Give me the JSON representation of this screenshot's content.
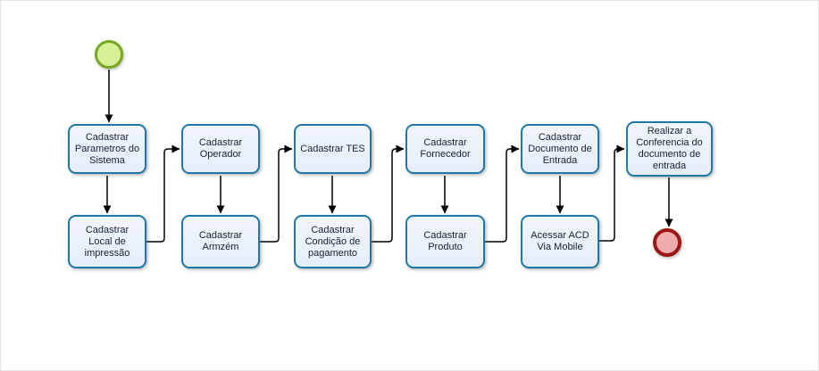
{
  "diagram_type": "bpmn-flowchart",
  "colors": {
    "task_fill": "#e9effa",
    "task_border": "#1e79a8",
    "task_text": "#142433",
    "start_event_fill": "#d9ef95",
    "start_event_border": "#74aa23",
    "end_event_fill": "#efacac",
    "end_event_border": "#9d1717",
    "connector": "#000000"
  },
  "events": {
    "start": "start-event",
    "end": "end-event"
  },
  "tasks": [
    {
      "label": "Cadastrar\nParametros do\nSistema"
    },
    {
      "label": "Cadastrar\nLocal de\nimpressão"
    },
    {
      "label": "Cadastrar\nOperador"
    },
    {
      "label": "Cadastrar\nArmzém"
    },
    {
      "label": "Cadastrar TES"
    },
    {
      "label": "Cadastrar\nCondição de\npagamento"
    },
    {
      "label": "Cadastrar\nFornecedor"
    },
    {
      "label": "Cadastrar\nProduto"
    },
    {
      "label": "Cadastrar\nDocumento de\nEntrada"
    },
    {
      "label": "Acessar ACD\nVia Mobile"
    },
    {
      "label": "Realizar a\nConferencia do\ndocumento de\nentrada"
    }
  ]
}
